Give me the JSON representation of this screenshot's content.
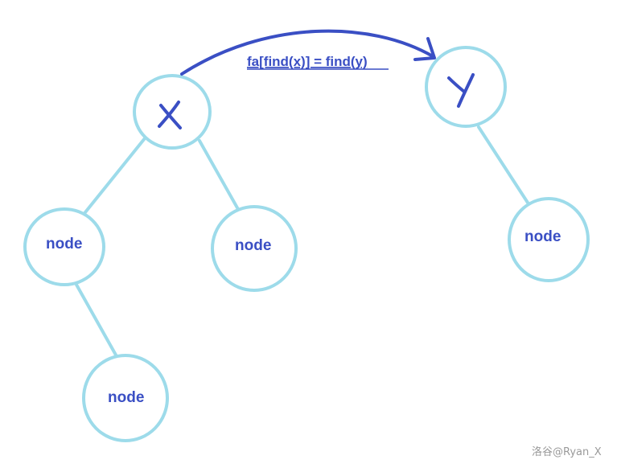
{
  "diagram": {
    "formula": "fa[find(x)] = find(y)",
    "root_x_label": "X",
    "root_y_label": "Y",
    "node_label": "node",
    "watermark": "洛谷@Ryan_X",
    "colors": {
      "circle_stroke": "#9ddbea",
      "ink_blue": "#3a4fc4",
      "watermark": "#9a9a9a"
    }
  }
}
